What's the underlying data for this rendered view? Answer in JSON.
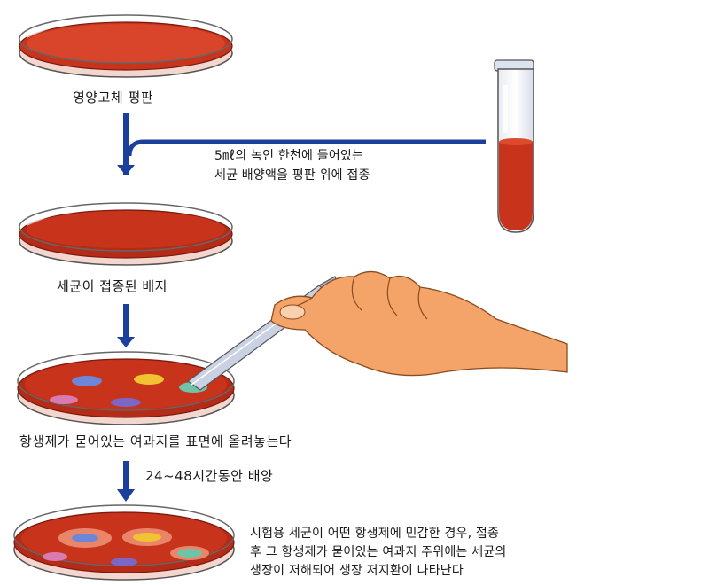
{
  "labels": {
    "plate_nutrient": "영양고체 평판",
    "inoculate_line1": "5㎖의 녹인 한천에 들어있는",
    "inoculate_line2": "세균 배양액을 평판 위에 접종",
    "plate_inoculated": "세균이 접종된 배지",
    "place_discs": "항생제가 묻어있는 여과지를 표면에 올려놓는다",
    "incubate": "24~48시간동안 배양",
    "result_line1": "시험용 세균이 어떤 항생제에 민감한 경우, 접종",
    "result_line2": "후 그 항생제가 묻어있는 여과지 주위에는 세균의",
    "result_line3": "생장이 저해되어 생장 저지환이 나타난다"
  },
  "colors": {
    "agar": "#c8331c",
    "agar_dark": "#9e2414",
    "arrow": "#1c3f9b",
    "disc_blue": "#6e86d8",
    "disc_yellow": "#f1c232",
    "disc_purple": "#7a67c6",
    "disc_pink": "#d97ab0",
    "disc_teal": "#6fc3a7",
    "halo": "#e9866a",
    "skin": "#f4a468"
  }
}
